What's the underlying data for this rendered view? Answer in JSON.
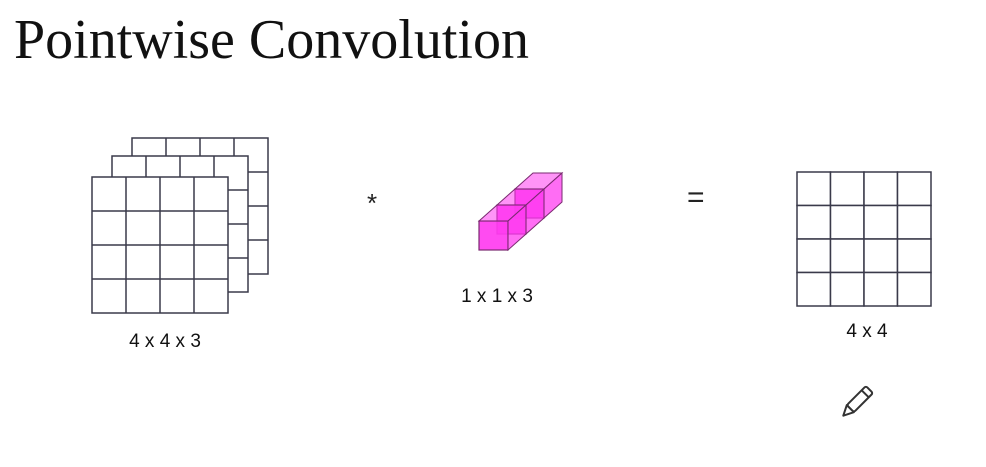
{
  "title": "Pointwise Convolution",
  "operators": {
    "convolve": "*",
    "equals": "="
  },
  "input": {
    "label": "4 x 4 x 3",
    "rows": 4,
    "cols": 4,
    "channels": 3
  },
  "filter": {
    "label": "1 x 1 x 3",
    "depth": 3,
    "color": "#ff3cf0"
  },
  "output": {
    "label": "4 x 4",
    "rows": 4,
    "cols": 4
  },
  "icons": {
    "pencil": "pencil-icon"
  },
  "colors": {
    "grid_line": "#3a3a4a",
    "filter_face": "#ff3cf0",
    "filter_edge": "#7a2a70",
    "background": "#ffffff"
  }
}
